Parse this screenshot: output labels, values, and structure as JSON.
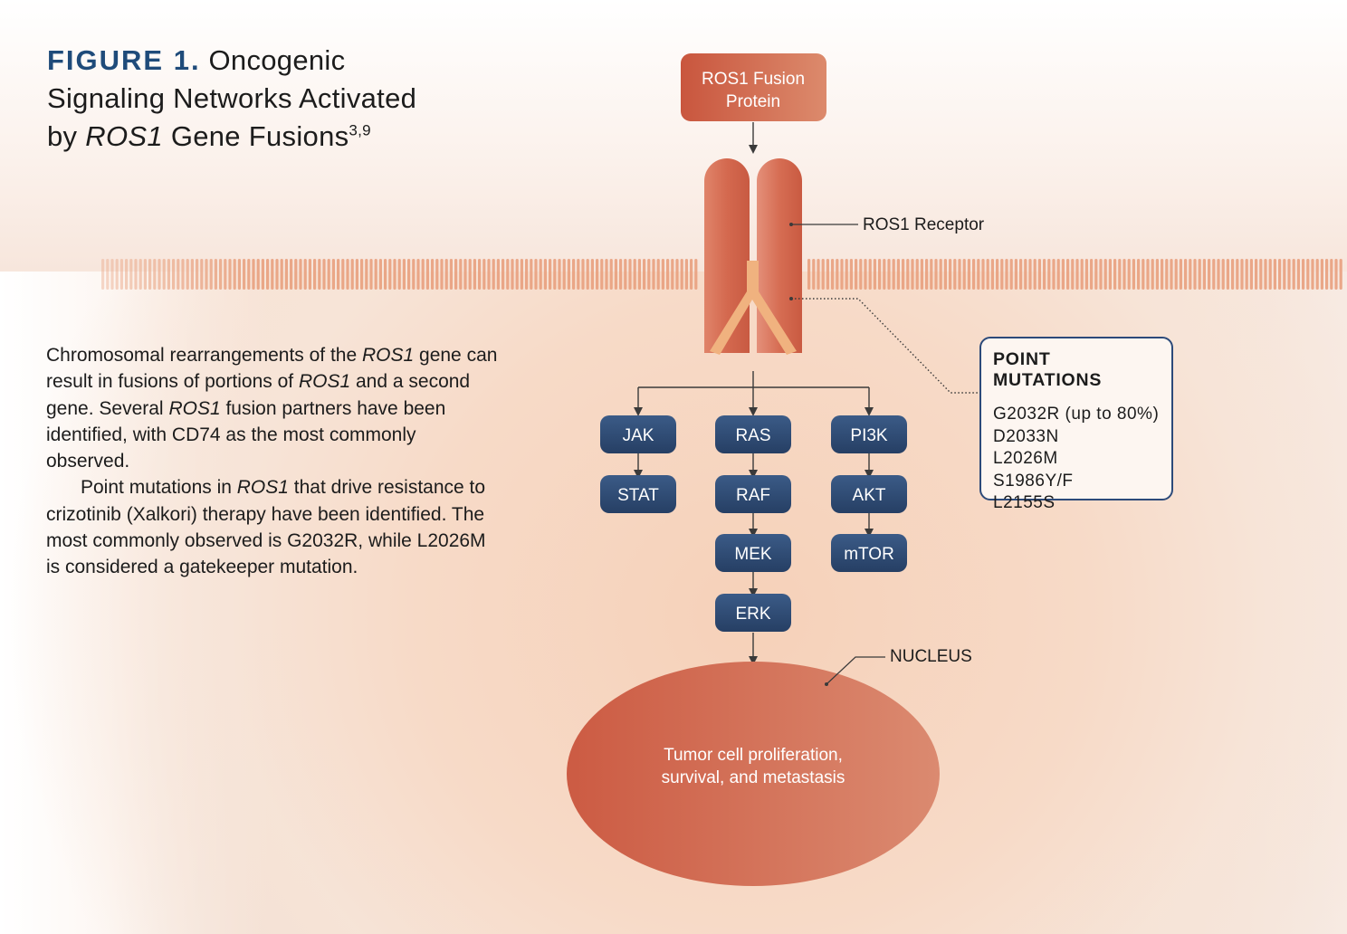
{
  "title": {
    "label": "FIGURE 1.",
    "text_line1": "Oncogenic",
    "text_line2": "Signaling Networks Activated",
    "text_by": "by",
    "text_gene": "ROS1",
    "text_end": "Gene Fusions",
    "superscript": "3,9"
  },
  "body": {
    "p1": [
      {
        "t": "Chromosomal rearrangements of the "
      },
      {
        "t": "ROS1",
        "i": true
      },
      {
        "t": " gene can result in fusions of portions of "
      },
      {
        "t": "ROS1",
        "i": true
      },
      {
        "t": " and a second gene. Several "
      },
      {
        "t": "ROS1",
        "i": true
      },
      {
        "t": " fusion partners have been identified, with CD74 as the most commonly observed."
      }
    ],
    "p2": [
      {
        "t": "Point mutations in "
      },
      {
        "t": "ROS1",
        "i": true
      },
      {
        "t": " that drive resis­tance to crizotinib (Xalkori) therapy have been identified. The most commonly observed is G2032R, while L2026M is considered a gate­keeper mutation."
      }
    ]
  },
  "diagram": {
    "fusion_protein_line1": "ROS1 Fusion",
    "fusion_protein_line2": "Protein",
    "receptor_label": "ROS1 Receptor",
    "nucleus_label": "NUCLEUS",
    "nucleus_text_line1": "Tumor cell proliferation,",
    "nucleus_text_line2": "survival, and metastasis",
    "pathways": [
      [
        "JAK",
        "STAT"
      ],
      [
        "RAS",
        "RAF",
        "MEK",
        "ERK"
      ],
      [
        "PI3K",
        "AKT",
        "mTOR"
      ]
    ],
    "colors": {
      "node": "#2e4a73",
      "protein": "#cf5f46",
      "receptor": "#d0634a",
      "nucleus": "#d2654d",
      "kinase_domain": "#f0b27f",
      "membrane": "#e8a07e",
      "box_border": "#2c4a7a"
    }
  },
  "point_mutations": {
    "title": "POINT MUTATIONS",
    "items": [
      "G2032R (up to 80%)",
      "D2033N",
      "L2026M",
      "S1986Y/F",
      "L2155S"
    ]
  }
}
